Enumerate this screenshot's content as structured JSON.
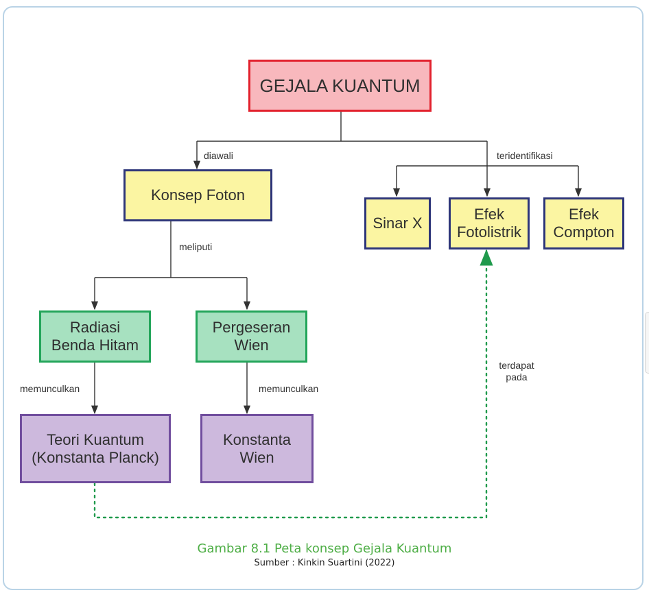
{
  "nodes": {
    "root": "GEJALA KUANTUM",
    "konsep_foton": "Konsep Foton",
    "sinar_x": "Sinar X",
    "efek_fotolistrik": [
      "Efek",
      "Fotolistrik"
    ],
    "efek_compton": [
      "Efek",
      "Compton"
    ],
    "radiasi_benda_hitam": [
      "Radiasi",
      "Benda Hitam"
    ],
    "pergeseran_wien": [
      "Pergeseran",
      "Wien"
    ],
    "teori_kuantum": [
      "Teori Kuantum",
      "(Konstanta Planck)"
    ],
    "konstanta_wien": [
      "Konstanta",
      "Wien"
    ]
  },
  "links": {
    "diawali": "diawali",
    "teridentifikasi": "teridentifikasi",
    "meliputi": "meliputi",
    "memunculkan_left": "memunculkan",
    "memunculkan_right": "memunculkan",
    "terdapat_pada": [
      "terdapat",
      "pada"
    ]
  },
  "caption": {
    "title": "Gambar 8.1 Peta konsep Gejala Kuantum",
    "source": "Sumber : Kinkin Suartini (2022)"
  },
  "colors": {
    "root_fill": "#f8b8bd",
    "root_border": "#e2212d",
    "yellow_fill": "#fbf5a2",
    "yellow_border": "#2d3579",
    "green_fill": "#a7e1c0",
    "green_border": "#23a55a",
    "purple_fill": "#cdb9dd",
    "purple_border": "#714e9e",
    "dotted_link": "#1f9a4c",
    "caption": "#4eae46"
  }
}
